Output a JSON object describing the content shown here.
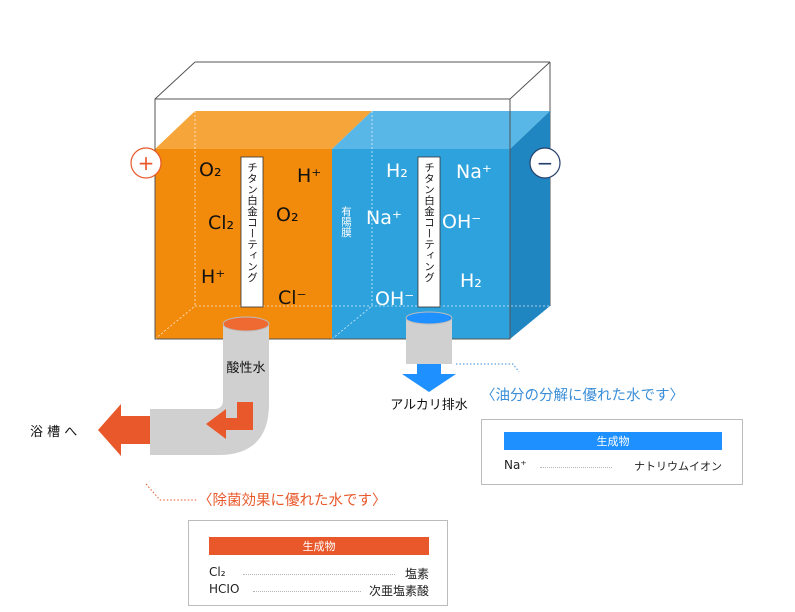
{
  "electrodes": {
    "anode_sign": "+",
    "cathode_sign": "−"
  },
  "colors": {
    "acid": "#f28a0c",
    "alkaline": "#2da2dc",
    "anode_ring": "#e8582a",
    "cathode_ring": "#25406b",
    "pipe": "#cfcfcf",
    "arrow_acid": "#e8582a",
    "arrow_alkaline": "#1e90ff"
  },
  "acid_side": {
    "ions": [
      "O₂",
      "H⁺",
      "Cl₂",
      "O₂",
      "H⁺",
      "Cl⁻"
    ],
    "coating_label": "チタン白金コーティング"
  },
  "alkaline_side": {
    "ions": [
      "H₂",
      "Na⁺",
      "Na⁺",
      "OH⁻",
      "OH⁻",
      "H₂"
    ],
    "coating_label": "チタン白金コーティング"
  },
  "membrane_label": "有陽膜",
  "acid_water_label": "酸性水",
  "alkaline_water_label": "アルカリ排水",
  "bath_label": "浴 槽 へ",
  "alkaline_panel": {
    "heading": "〈油分の分解に優れた水です〉",
    "bar": "生成物",
    "rows": [
      {
        "formula": "Na⁺",
        "name": "ナトリウムイオン"
      }
    ]
  },
  "acid_panel": {
    "heading": "〈除菌効果に優れた水です〉",
    "bar": "生成物",
    "rows": [
      {
        "formula": "Cl₂",
        "name": "塩素"
      },
      {
        "formula": "HCIO",
        "name": "次亜塩素酸"
      }
    ]
  }
}
